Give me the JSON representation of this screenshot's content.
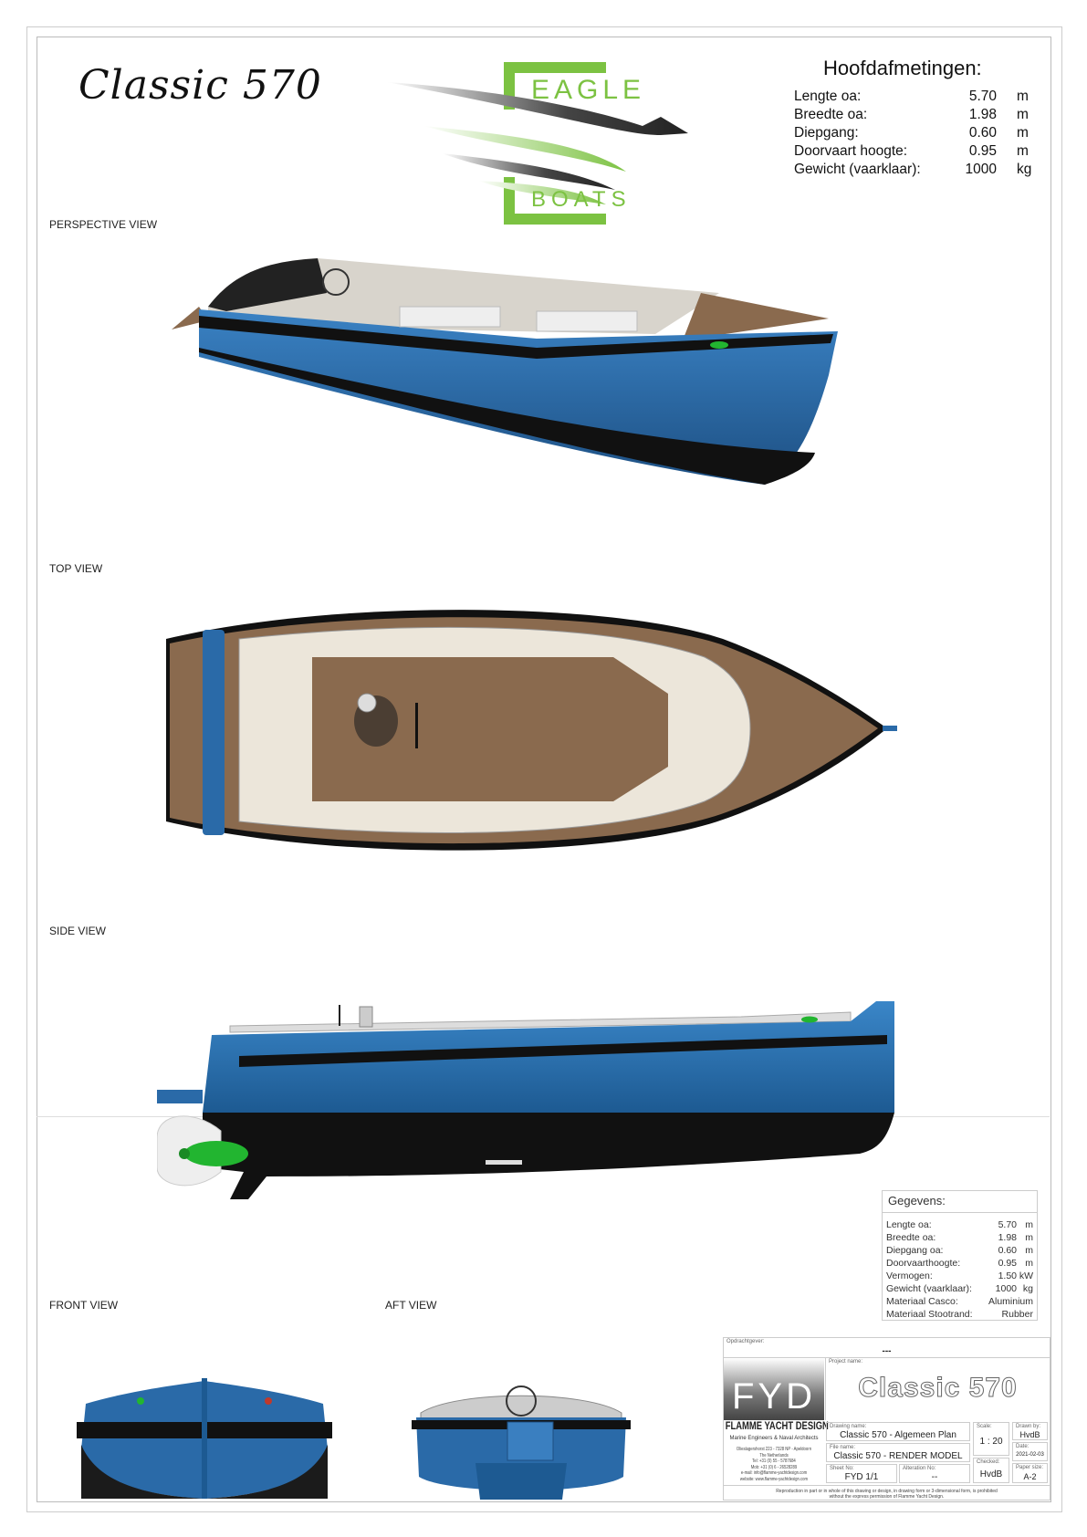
{
  "title": "Classic 570",
  "logo": {
    "line1": "EAGLE",
    "line2": "BOATS",
    "accent": "#7cc242"
  },
  "main_dimensions": {
    "heading": "Hoofdafmetingen:",
    "rows": [
      {
        "label": "Lengte oa:",
        "value": "5.70",
        "unit": "m"
      },
      {
        "label": "Breedte oa:",
        "value": "1.98",
        "unit": "m"
      },
      {
        "label": "Diepgang:",
        "value": "0.60",
        "unit": "m"
      },
      {
        "label": "Doorvaart hoogte:",
        "value": "0.95",
        "unit": "m"
      },
      {
        "label": "Gewicht (vaarklaar):",
        "value": "1000",
        "unit": "kg"
      }
    ]
  },
  "views": {
    "perspective": "PERSPECTIVE VIEW",
    "top": "TOP VIEW",
    "side": "SIDE VIEW",
    "front": "FRONT VIEW",
    "aft": "AFT VIEW"
  },
  "colors": {
    "hull": "#2a6aa8",
    "deck": "#8a6a4e",
    "cushion": "#ece6da",
    "motor": "#22b530"
  },
  "specs": {
    "heading": "Gegevens:",
    "rows": [
      {
        "label": "Lengte oa:",
        "value": "5.70",
        "unit": "m"
      },
      {
        "label": "Breedte oa:",
        "value": "1.98",
        "unit": "m"
      },
      {
        "label": "Diepgang oa:",
        "value": "0.60",
        "unit": "m"
      },
      {
        "label": "Doorvaarthoogte:",
        "value": "0.95",
        "unit": "m"
      },
      {
        "label": "Vermogen:",
        "value": "1.50",
        "unit": "kW"
      },
      {
        "label": "Gewicht (vaarklaar):",
        "value": "1000",
        "unit": "kg"
      },
      {
        "label": "Materiaal Casco:",
        "value": "Aluminium"
      },
      {
        "label": "Materiaal Stootrand:",
        "value": "Rubber"
      }
    ]
  },
  "title_block": {
    "client_label": "Opdrachtgever:",
    "client": "---",
    "logo_text": "FYD",
    "company": "FLAMME YACHT DESIGN",
    "company_sub": "Marine Engineers & Naval Architects",
    "address": [
      "Olieslagershorst 223 - 7328 NP - Apeldoorn",
      "The Netherlands",
      "Tel: +31 (0) 55 - 5787684",
      "Mob: +31 (0) 6 - 26528289",
      "e-mail: info@flamme-yachtdesign.com",
      "website: www.flamme-yachtdesign.com"
    ],
    "project_label": "Project name:",
    "project": "Classic 570",
    "drawing_label": "Drawing name:",
    "drawing": "Classic 570 - Algemeen Plan",
    "file_label": "File name:",
    "file": "Classic 570 - RENDER MODEL",
    "sheet_label": "Sheet No:",
    "sheet": "FYD 1/1",
    "alteration_label": "Alteration No:",
    "alteration": "--",
    "scale_label": "Scale:",
    "scale": "1 : 20",
    "checked_label": "Checked:",
    "checked": "HvdB",
    "drawn_label": "Drawn by:",
    "drawn": "HvdB",
    "date_label": "Date:",
    "date": "2021-02-03",
    "paper_label": "Paper size:",
    "paper": "A-2",
    "disclaimer1": "Reproduction in part or in whole of this drawing or design, in drawing form or 3-dimensional form, is prohibited",
    "disclaimer2": "without the express permission of Flamme Yacht Design."
  }
}
